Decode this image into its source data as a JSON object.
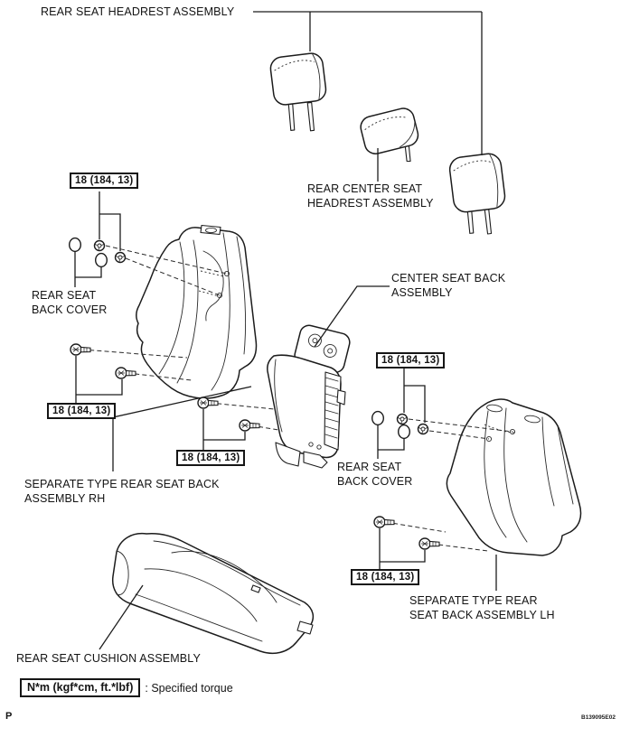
{
  "diagram": {
    "title": "Rear seat exploded parts diagram",
    "part_labels": {
      "rear_seat_headrest": "REAR SEAT HEADREST ASSEMBLY",
      "rear_center_seat_headrest": "REAR CENTER SEAT\nHEADREST ASSEMBLY",
      "rear_seat_back_cover_left": "REAR SEAT\nBACK COVER",
      "center_seat_back": "CENTER SEAT BACK\nASSEMBLY",
      "separate_type_rh": "SEPARATE TYPE REAR SEAT BACK\nASSEMBLY RH",
      "rear_seat_back_cover_right": "REAR SEAT\nBACK COVER",
      "separate_type_lh": "SEPARATE TYPE REAR\nSEAT BACK ASSEMBLY LH",
      "rear_seat_cushion": "REAR SEAT CUSHION ASSEMBLY"
    },
    "torque_boxes": [
      {
        "id": "upper-left",
        "value": "18 (184, 13)"
      },
      {
        "id": "mid-left",
        "value": "18 (184, 13)"
      },
      {
        "id": "center",
        "value": "18 (184, 13)"
      },
      {
        "id": "upper-right",
        "value": "18 (184, 13)"
      },
      {
        "id": "lower-right",
        "value": "18 (184, 13)"
      }
    ],
    "legend": {
      "unit_box": "N*m (kgf*cm, ft.*lbf)",
      "description": ": Specified torque"
    },
    "footer": {
      "page_marker": "P",
      "figure_code": "B139095E02"
    },
    "colors": {
      "line": "#1c1c1c",
      "background": "#ffffff"
    }
  }
}
